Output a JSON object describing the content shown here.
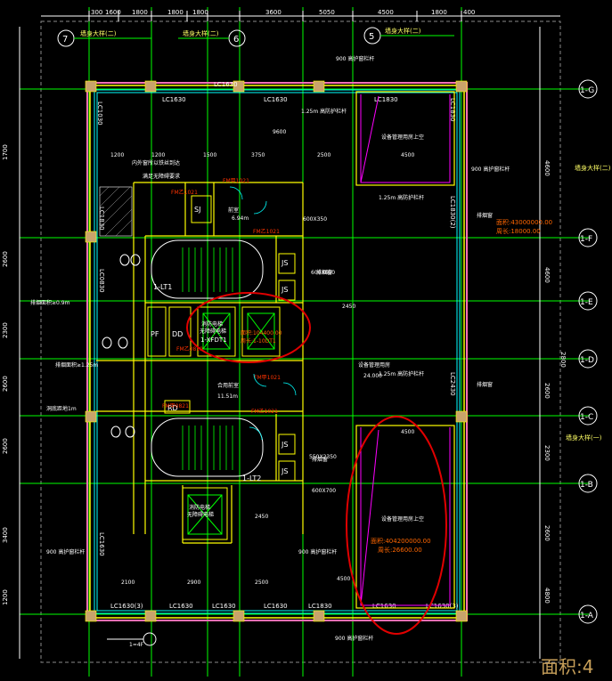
{
  "colors": {
    "background": "#000000",
    "axis": "#00ff00",
    "dim": "#ffffff",
    "wall": "#ffff00",
    "window": "#00ffff",
    "wall_pink": "#ff6eb4",
    "annotation": "#ff3300",
    "highlight_circle": "#e00000",
    "magenta": "#ff00ff",
    "text": "#ffffff",
    "yellow_text": "#ffff66",
    "orange_text": "#ff6600"
  },
  "top_dims": [
    "300",
    "1600",
    "1800",
    "1800",
    "1800",
    "3600",
    "5050",
    "4500",
    "1800",
    "400"
  ],
  "col_axes": [
    "7",
    "6",
    "5"
  ],
  "top_beam_labels": [
    "墙身大样(二)",
    "墙身大样(二)",
    "墙身大样(二)"
  ],
  "right_axes": [
    "1-G",
    "1-F",
    "1-E",
    "1-D",
    "1-C",
    "1-B",
    "1-A"
  ],
  "right_dims": [
    "4600",
    "4600",
    "2800",
    "2600",
    "2300",
    "2600",
    "4800"
  ],
  "left_dims": [
    "1700",
    "2600",
    "2300",
    "2600",
    "2600",
    "3400",
    "1200"
  ],
  "right_beam_labels": [
    "墙身大样(二)",
    "墙身大样(一)"
  ],
  "windows_top": [
    "LC1030",
    "LC1630",
    "LC1630",
    "LC1630",
    "LC1830"
  ],
  "windows_bottom": [
    "LC1630(3)",
    "LC1630",
    "LC1630",
    "LC1630",
    "LC1830",
    "LC1630",
    "LC1630(3)"
  ],
  "windows_right": [
    "LC1830(2)",
    "LC1830",
    "LC2430"
  ],
  "windows_left": [
    "LC1830",
    "LC0830",
    "LC1630"
  ],
  "rooms": {
    "stair_1": "1-LT1",
    "stair_2": "1-LT2",
    "elevator_1": "1-XFDT1",
    "fire_room": "消防电梯",
    "fire_room2": "无障碍电梯",
    "sj": "SJ",
    "pf": "PF",
    "dd": "DD",
    "rd": "RD",
    "js": "JS",
    "corridor": "前室",
    "lobby": "合用前室",
    "lobby_area": "11.51m",
    "room_area": "6.94m",
    "void_upper": "设备管理用房上空",
    "void_lower": "设备管理用房上空",
    "void_area": "面积:404200000.00",
    "void_perim": "周长:26600.00",
    "upper_area": "面积:43000000.00",
    "upper_perim": "周长:18000.00",
    "mid_area": "面积:104400.00",
    "mid_perim": "周长:1-10DT1",
    "floor_elev": "24.000",
    "mgmt": "设备管理用房"
  },
  "notes": {
    "rail_1": "900 高护窗栏杆",
    "rail_2": "1.25m  高防护栏杆",
    "rail_3": "1.25m  高防护栏杆",
    "rail_4": "1.25m  高防护栏杆",
    "rail_5": "900 高护窗栏杆",
    "rail_6": "900 高护窗栏杆",
    "rail_7": "900 高护窗栏杆",
    "smoke_1": "排烟窗",
    "smoke_2": "排烟窗",
    "smoke_3": "排烟窗",
    "smoke_4": "排烟窗",
    "fw1": "FM甲1021",
    "fw2": "FM乙1021",
    "fw3": "FM乙1021",
    "fw4": "FM甲0821",
    "fw5": "FM乙1021",
    "fw6": "FM甲1021",
    "fw7": "FM乙0819",
    "vent_1": "600X600",
    "vent_2": "550X2350",
    "vent_3": "600X700",
    "vent_4": "600X350",
    "vent_5": "550X2350",
    "left_note1": "排烟面积≥0.9m",
    "left_note2": "排烟面积≥1.25m",
    "left_note3": "洞底距地1m",
    "mid_note": "内外窗所以铁丝到达",
    "mid_note2": "满足无障碍要求",
    "elevator_note": "消防电梯",
    "elevator_note2": "无障碍电梯",
    "bottom_left": "1=4F",
    "corner_text": "面积:4"
  },
  "center_dims": [
    "1200",
    "1500",
    "3750",
    "2500",
    "4500",
    "9600",
    "4500",
    "4500",
    "1200",
    "2450",
    "2450",
    "2100",
    "2900",
    "2500"
  ]
}
